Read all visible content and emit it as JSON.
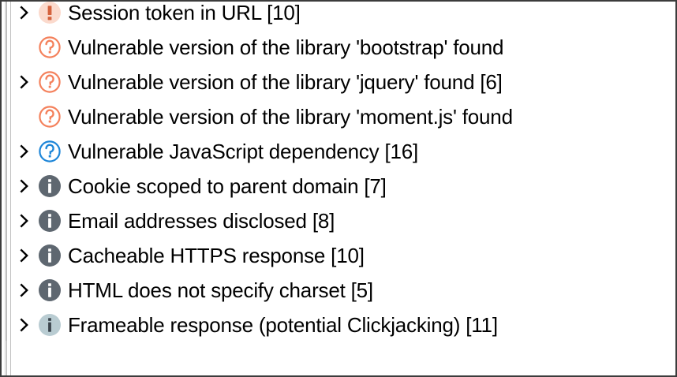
{
  "panel": {
    "name": "issue-list-panel",
    "colors": {
      "frame_border": "#3c3c3c",
      "background": "#ffffff",
      "text": "#000000",
      "high_fill": "#fbdacd",
      "high_mark": "#d4623d",
      "orange_outline": "#f4815c",
      "blue_outline": "#1e86d8",
      "info_gray": "#5e6770",
      "info_faded": "#b9ccd2",
      "info_faded_mark": "#3b454d",
      "scrollbar": "#c8c8c8"
    }
  },
  "issues": [
    {
      "expandable": true,
      "chevron": "chevron-right-icon",
      "severity_icon": "high-severity-icon",
      "severity": "high",
      "label": "Session token in URL [10]",
      "count": "10"
    },
    {
      "expandable": false,
      "chevron": "chevron-right-icon",
      "severity_icon": "question-orange-icon",
      "severity": "tentative-orange",
      "label": "Vulnerable version of the library 'bootstrap' found",
      "count": ""
    },
    {
      "expandable": true,
      "chevron": "chevron-right-icon",
      "severity_icon": "question-orange-icon",
      "severity": "tentative-orange",
      "label": "Vulnerable version of the library 'jquery' found [6]",
      "count": "6"
    },
    {
      "expandable": false,
      "chevron": "chevron-right-icon",
      "severity_icon": "question-orange-icon",
      "severity": "tentative-orange",
      "label": "Vulnerable version of the library 'moment.js' found",
      "count": ""
    },
    {
      "expandable": true,
      "chevron": "chevron-right-icon",
      "severity_icon": "question-blue-icon",
      "severity": "tentative-blue",
      "label": "Vulnerable JavaScript dependency [16]",
      "count": "16"
    },
    {
      "expandable": true,
      "chevron": "chevron-right-icon",
      "severity_icon": "info-gray-icon",
      "severity": "info",
      "label": "Cookie scoped to parent domain [7]",
      "count": "7"
    },
    {
      "expandable": true,
      "chevron": "chevron-right-icon",
      "severity_icon": "info-gray-icon",
      "severity": "info",
      "label": "Email addresses disclosed [8]",
      "count": "8"
    },
    {
      "expandable": true,
      "chevron": "chevron-right-icon",
      "severity_icon": "info-gray-icon",
      "severity": "info",
      "label": "Cacheable HTTPS response [10]",
      "count": "10"
    },
    {
      "expandable": true,
      "chevron": "chevron-right-icon",
      "severity_icon": "info-gray-icon",
      "severity": "info",
      "label": "HTML does not specify charset [5]",
      "count": "5"
    },
    {
      "expandable": true,
      "chevron": "chevron-right-icon",
      "severity_icon": "info-faded-icon",
      "severity": "info-faded",
      "label": "Frameable response (potential Clickjacking) [11]",
      "count": "11"
    }
  ]
}
